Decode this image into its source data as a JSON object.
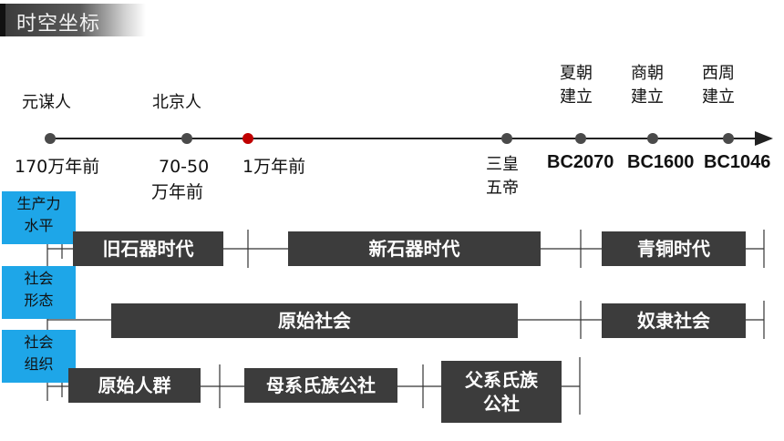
{
  "title": "时空坐标",
  "timeline": {
    "top_labels": [
      {
        "text": "元谋人"
      },
      {
        "text": "北京人"
      },
      {
        "text": "夏朝\n建立"
      },
      {
        "text": "商朝\n建立"
      },
      {
        "text": "西周\n建立"
      }
    ],
    "bottom_labels": {
      "t1": "170万年前",
      "t2a": "70-50",
      "t2b": "万年前",
      "t3": "1万年前",
      "t4a": "三皇",
      "t4b": "五帝",
      "t5": "BC2070",
      "t6": "BC1600",
      "t7": "BC1046"
    },
    "highlight_color": "#c00000",
    "dot_color": "#4a4a4a"
  },
  "rows": {
    "productivity": {
      "label_a": "生产力",
      "label_b": "水平",
      "boxes": {
        "paleo": "旧石器时代",
        "neo": "新石器时代",
        "bronze": "青铜时代"
      }
    },
    "society": {
      "label_a": "社会",
      "label_b": "形态",
      "boxes": {
        "primitive": "原始社会",
        "slave": "奴隶社会"
      }
    },
    "organization": {
      "label_a": "社会",
      "label_b": "组织",
      "boxes": {
        "group": "原始人群",
        "matri": "母系氏族公社",
        "patri_a": "父系氏族",
        "patri_b": "公社"
      }
    }
  },
  "colors": {
    "side_label_bg": "#1ea6e8",
    "box_bg": "#3c3c3c"
  }
}
